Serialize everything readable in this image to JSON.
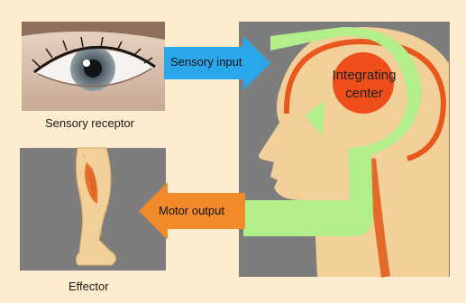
{
  "labels": {
    "sensory_receptor": "Sensory receptor",
    "effector": "Effector",
    "sensory_input": "Sensory input",
    "motor_output": "Motor output",
    "integrating_center_line1": "Integrating",
    "integrating_center_line2": "center"
  },
  "colors": {
    "background": "#fdeccd",
    "panel_gray": "#7d7d7d",
    "skin": "#f3cf9a",
    "brain_outline": "#e8581c",
    "spinal_cord": "#e46a2a",
    "integrating_center": "#ee4f1a",
    "pathway_green": "#b2ef8a",
    "sensory_arrow": "#2aa6ea",
    "motor_arrow": "#f08a2a",
    "muscle": "#e8702a"
  }
}
